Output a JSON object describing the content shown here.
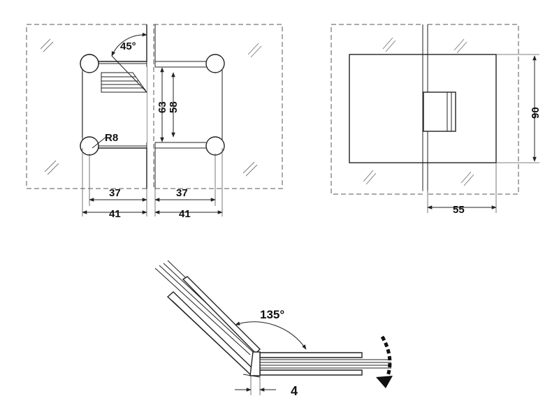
{
  "views": {
    "front": {
      "angle_label": "45°",
      "radius_label": "R8",
      "height_outer_label": "63",
      "height_inner_label": "58",
      "left_inner_width_label": "37",
      "left_outer_width_label": "41",
      "right_inner_width_label": "37",
      "right_outer_width_label": "41"
    },
    "side": {
      "height_label": "90",
      "depth_label": "55"
    },
    "top": {
      "angle_label": "135°",
      "gap_label": "4"
    }
  }
}
